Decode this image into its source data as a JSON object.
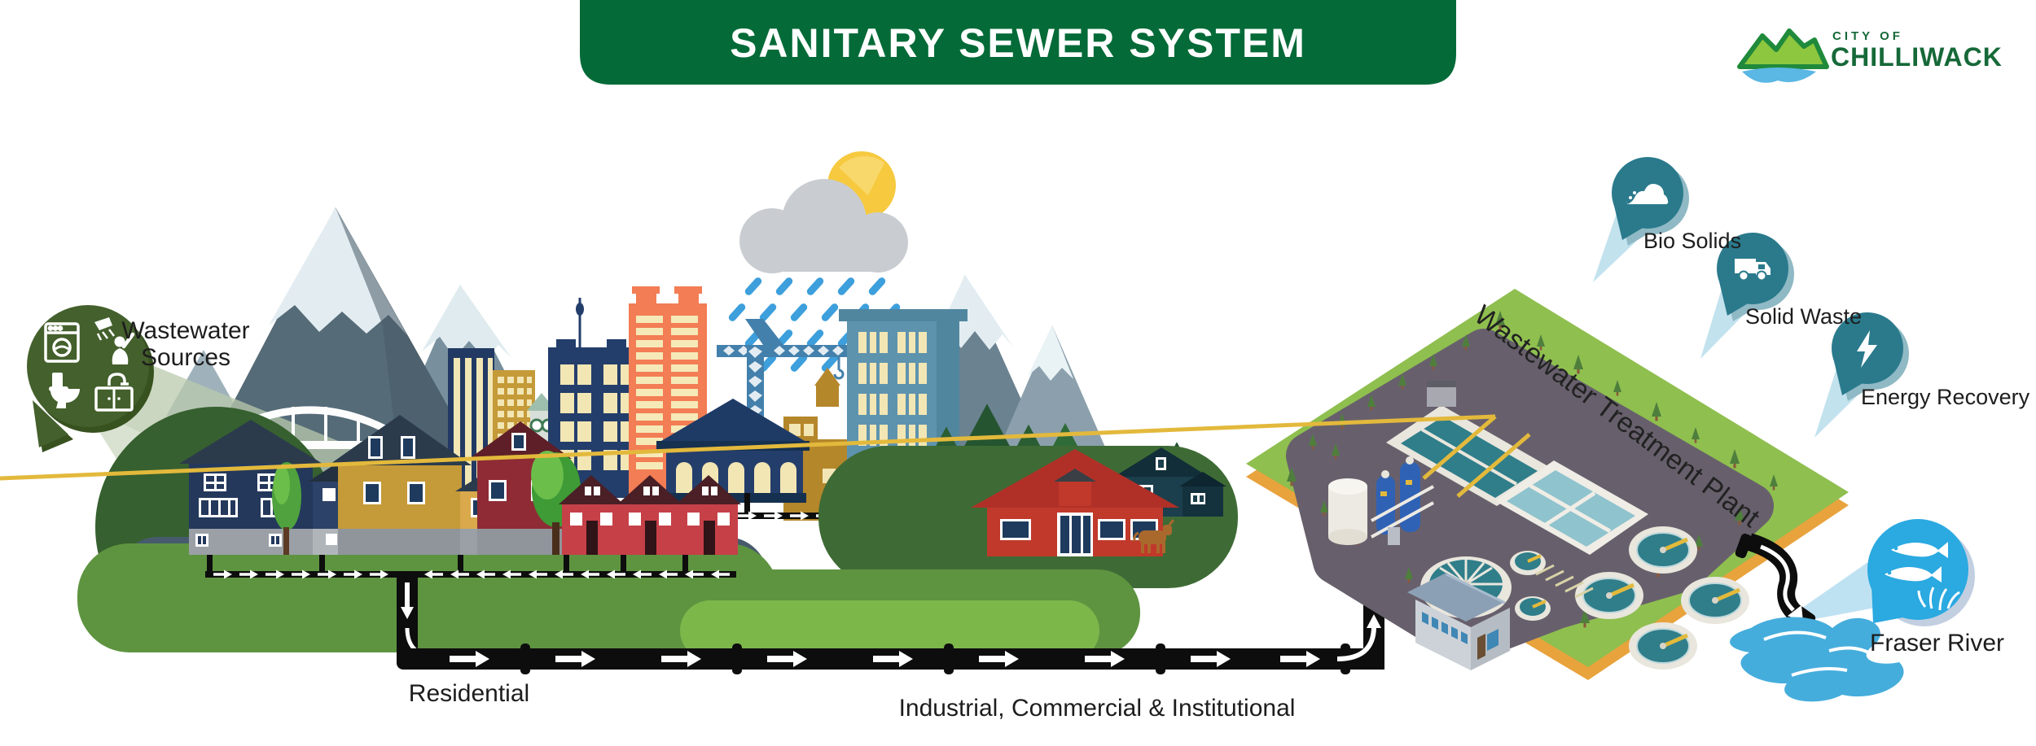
{
  "palette": {
    "banner_green": "#046A38",
    "logo_green": "#166938",
    "logo_light_green": "#8DC63F",
    "logo_blue": "#5BB7E4",
    "sources_badge_green": "#44602C",
    "sources_beam_sage": "#BFCDB2",
    "pin_teal": "#2A7A8C",
    "pin_beam_blue": "#C2E2EE",
    "fraser_blue": "#2BA9E1",
    "river_blue": "#45ADDC",
    "pipe_black": "#0D0D0D",
    "platform_green": "#8FBF4F",
    "platform_rim_orange": "#E8A33D",
    "pavement_gray": "#67606C",
    "road_slate": "#475B6D",
    "rain_blue": "#3D9FDC",
    "sun_yellow": "#F6C93F"
  },
  "header": {
    "title": "SANITARY SEWER SYSTEM"
  },
  "logo": {
    "tagline": "CITY OF",
    "name": "CHILLIWACK"
  },
  "sources": {
    "line1": "Wastewater",
    "line2": "Sources",
    "icons": [
      "washing-machine-icon",
      "shower-icon",
      "toilet-icon",
      "sink-icon"
    ]
  },
  "weather": {
    "icons": [
      "sun-icon",
      "rain-cloud-icon",
      "rain-icon"
    ]
  },
  "sewer": {
    "residential_label": "Residential",
    "ici_label": "Industrial, Commercial & Institutional"
  },
  "plant": {
    "label": "Wastewater Treatment Plant"
  },
  "outputs": [
    {
      "label": "Bio Solids",
      "icon": "bio-solids-icon"
    },
    {
      "label": "Solid Waste",
      "icon": "solid-waste-truck-icon"
    },
    {
      "label": "Energy Recovery",
      "icon": "energy-bolt-icon"
    }
  ],
  "river": {
    "label": "Fraser River",
    "icon": "salmon-icon"
  }
}
